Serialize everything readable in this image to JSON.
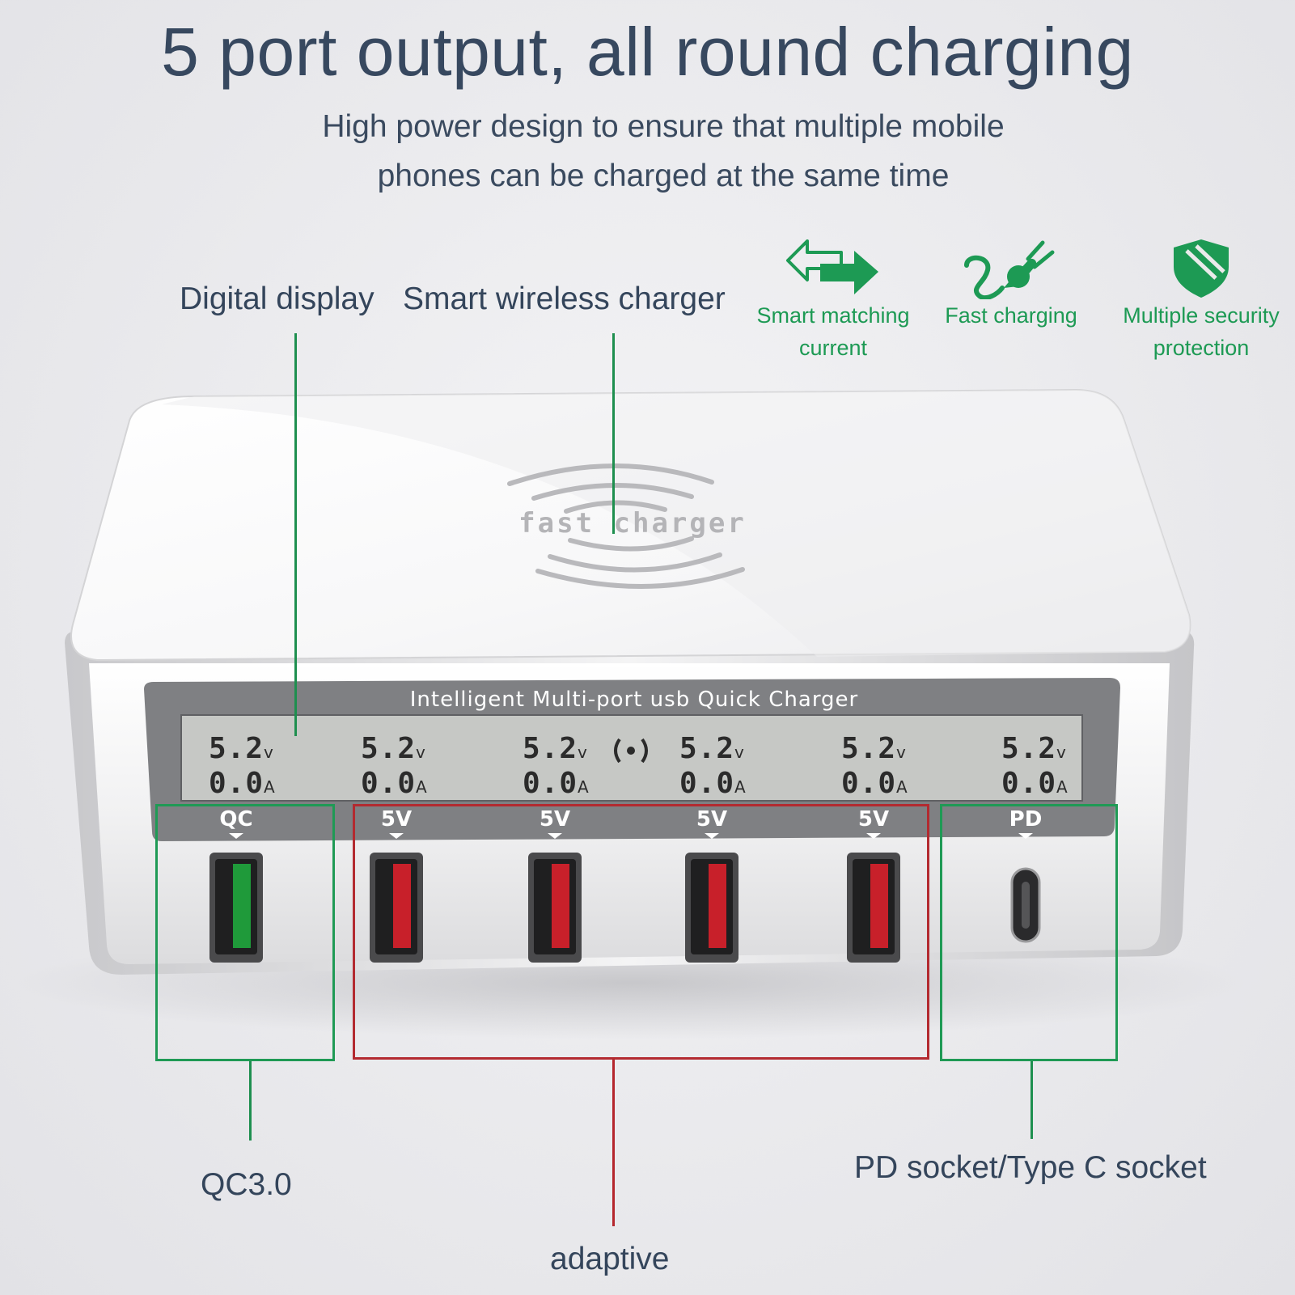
{
  "header": {
    "title": "5 port output, all round charging",
    "subtitle_line1": "High power design to ensure that multiple mobile",
    "subtitle_line2": "phones can be charged at the same time"
  },
  "callouts": {
    "digital_display": "Digital display",
    "wireless_charger": "Smart wireless charger",
    "qc": "QC3.0",
    "adaptive": "adaptive",
    "pd": "PD socket/Type C socket"
  },
  "features": [
    {
      "icon": "arrows-icon",
      "line1": "Smart matching",
      "line2": "current"
    },
    {
      "icon": "plug-icon",
      "line1": "Fast charging",
      "line2": ""
    },
    {
      "icon": "shield-icon",
      "line1": "Multiple security",
      "line2": "protection"
    }
  ],
  "device": {
    "pad_text": "fast charger",
    "panel_title": "Intelligent Multi-port usb Quick Charger",
    "readouts": [
      {
        "voltage": "5.2",
        "vunit": "v",
        "current": "0.0",
        "aunit": "A"
      },
      {
        "voltage": "5.2",
        "vunit": "v",
        "current": "0.0",
        "aunit": "A"
      },
      {
        "voltage": "5.2",
        "vunit": "v",
        "current": "0.0",
        "aunit": "A"
      },
      {
        "voltage": "5.2",
        "vunit": "v",
        "current": "0.0",
        "aunit": "A"
      },
      {
        "voltage": "5.2",
        "vunit": "v",
        "current": "0.0",
        "aunit": "A"
      },
      {
        "voltage": "5.2",
        "vunit": "v",
        "current": "0.0",
        "aunit": "A"
      }
    ],
    "ports": [
      {
        "label": "QC",
        "type": "usb-a",
        "color": "#1f9a3a"
      },
      {
        "label": "5V",
        "type": "usb-a",
        "color": "#c8202a"
      },
      {
        "label": "5V",
        "type": "usb-a",
        "color": "#c8202a"
      },
      {
        "label": "5V",
        "type": "usb-a",
        "color": "#c8202a"
      },
      {
        "label": "5V",
        "type": "usb-a",
        "color": "#c8202a"
      },
      {
        "label": "PD",
        "type": "usb-c",
        "color": "#222222"
      }
    ]
  },
  "colors": {
    "accent_green": "#1f9a55",
    "accent_red": "#b32a30",
    "text_dark": "#37485f"
  }
}
